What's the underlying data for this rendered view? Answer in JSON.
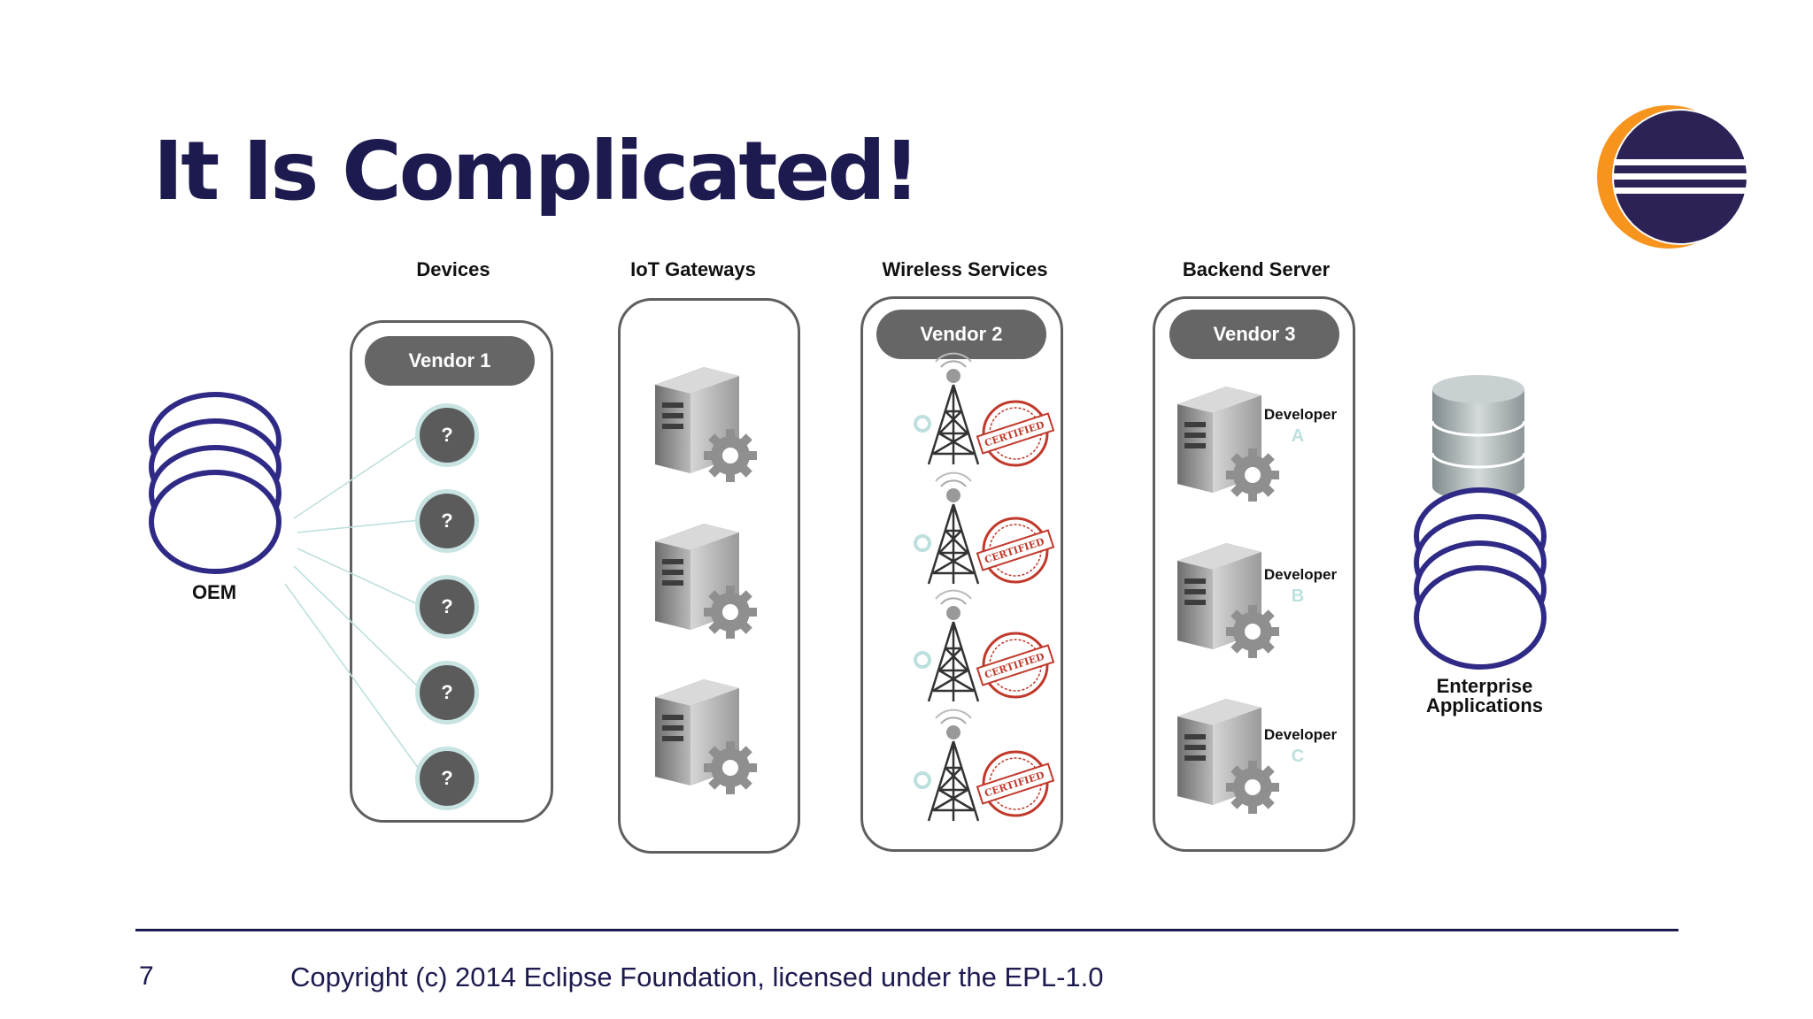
{
  "slide": {
    "title": "It Is Complicated!",
    "page_number": "7",
    "copyright": "Copyright (c) 2014 Eclipse Foundation, licensed under the EPL-1.0"
  },
  "columns": {
    "devices": "Devices",
    "gateways": "IoT Gateways",
    "wireless": "Wireless Services",
    "backend": "Backend Server"
  },
  "vendors": {
    "v1": "Vendor 1",
    "v2": "Vendor 2",
    "v3": "Vendor 3"
  },
  "devices": [
    "?",
    "?",
    "?",
    "?",
    "?"
  ],
  "oem_label": "OEM",
  "enterprise_label": [
    "Enterprise",
    "Applications"
  ],
  "developers": [
    {
      "label": "Developer",
      "letter": "A"
    },
    {
      "label": "Developer",
      "letter": "B"
    },
    {
      "label": "Developer",
      "letter": "C"
    }
  ],
  "certified_stamp": "CERTIFIED",
  "colors": {
    "navy": "#1c1a4e",
    "oval_stroke": "#2e2a86",
    "pill": "#666666",
    "stamp": "#c0392b",
    "connector": "#bde0de"
  }
}
